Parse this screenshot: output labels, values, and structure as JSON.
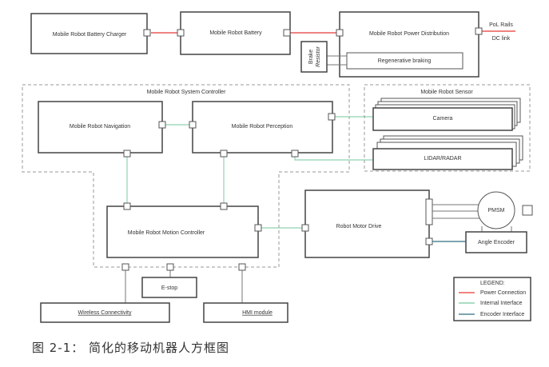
{
  "colors": {
    "power": "#e53935",
    "internal": "#8fd4b0",
    "encoder": "#2e6f80",
    "plain": "#777777"
  },
  "blocks": {
    "charger": "Mobile Robot Battery Charger",
    "battery": "Mobile Robot Battery",
    "power_dist": "Mobile Robot Power Distribution",
    "brake_resistor_line1": "Brake",
    "brake_resistor_line2": "Resistor",
    "regen": "Regenerative braking",
    "pol_rails": "PoL Rails",
    "dc_link": "DC link",
    "system_controller": "Mobile Robot System Controller",
    "navigation": "Mobile Robot Navigation",
    "perception": "Mobile Robot Perception",
    "sensor_group": "Mobile Robot Sensor",
    "camera": "Camera",
    "lidar": "LIDAR/RADAR",
    "motion_controller": "Mobile Robot Motion Controller",
    "motor_drive": "Robot Motor Drive",
    "pmsm": "PMSM",
    "angle_encoder": "Angle Encoder",
    "estop": "E-stop",
    "wireless": "Wireless Connectivity",
    "hmi": "HMI module"
  },
  "legend": {
    "title": "LEGEND:",
    "items": [
      {
        "label": "Power Connection",
        "type": "power"
      },
      {
        "label": "Internal Interface",
        "type": "internal"
      },
      {
        "label": "Encoder Interface",
        "type": "encoder"
      }
    ]
  },
  "caption": "图 2-1： 简化的移动机器人方框图"
}
